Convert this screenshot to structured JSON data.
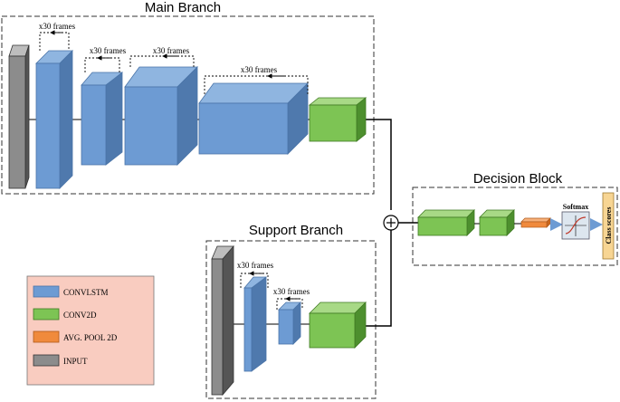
{
  "branches": {
    "main_title": "Main Branch",
    "support_title": "Support Branch",
    "decision_title": "Decision Block"
  },
  "loop_labels": {
    "main_1": "x30 frames",
    "main_2": "x30 frames",
    "main_3": "x30 frames",
    "main_4": "x30 frames",
    "support_1": "x30 frames",
    "support_2": "x30 frames"
  },
  "decision": {
    "softmax_label": "Softmax",
    "class_scores_label": "Class scores",
    "merge_symbol": "+"
  },
  "legend": {
    "items": [
      {
        "label": "CONVLSTM",
        "color": "#6d9bd3"
      },
      {
        "label": "CONV2D",
        "color": "#7dc454"
      },
      {
        "label": "AVG. POOL 2D",
        "color": "#f08a3c"
      },
      {
        "label": "INPUT",
        "color": "#8c8c8c"
      }
    ],
    "background": "#f9ccc0"
  },
  "colors": {
    "convlstm": "#6d9bd3",
    "conv2d": "#7dc454",
    "pool": "#f08a3c",
    "input": "#8c8c8c",
    "class_scores": "#f7d593"
  }
}
